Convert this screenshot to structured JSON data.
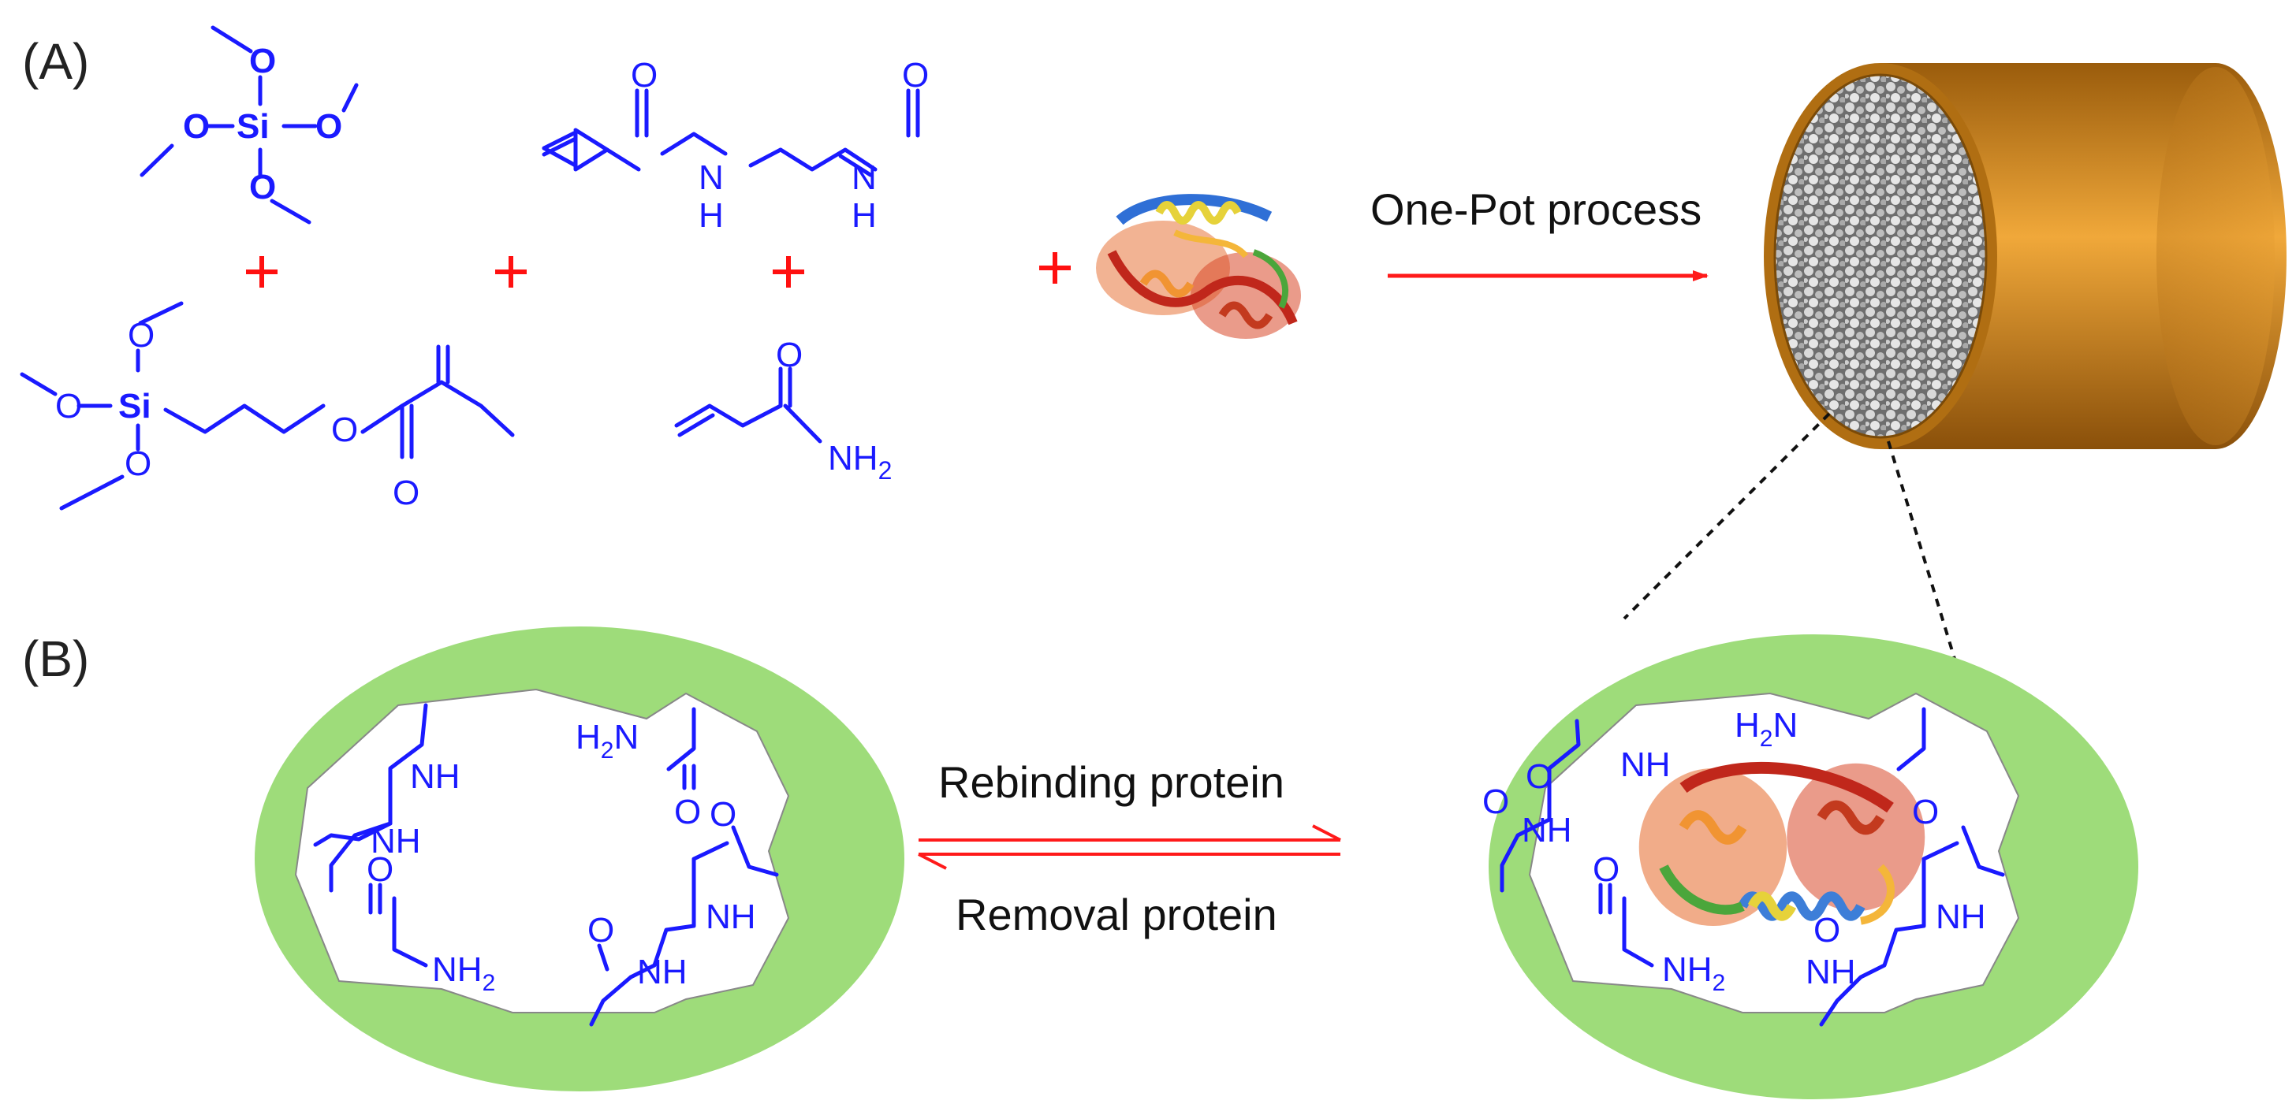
{
  "panels": {
    "a": "(A)",
    "b": "(B)"
  },
  "arrows": {
    "process": "One-Pot process",
    "rebinding": "Rebinding protein",
    "removal": "Removal protein"
  },
  "atoms": {
    "O": "O",
    "Si": "Si",
    "H": "H",
    "N": "N",
    "NH": "NH",
    "NH2": "NH",
    "H2N": "H",
    "sub2": "2"
  },
  "colors": {
    "chemistry": "#1a1aff",
    "plus_sign": "#ff1010",
    "arrow": "#ff1a1a",
    "pore_wall": "#9edc7a",
    "column_shell": "#c47a14",
    "monolith": "#8a8a8a"
  },
  "icons": {
    "protein": "protein-ribbon-icon",
    "column": "monolith-column-icon"
  }
}
